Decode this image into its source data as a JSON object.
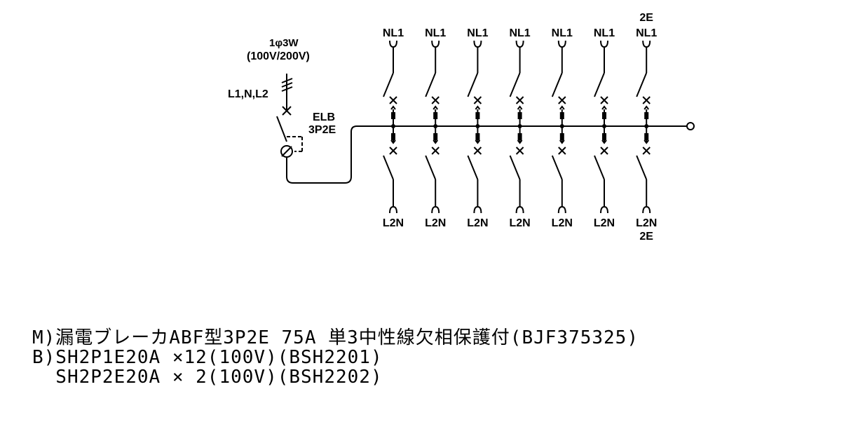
{
  "supply": {
    "phase": "1φ3W",
    "voltage": "(100V/200V)",
    "lines": "L1,N,L2"
  },
  "main_breaker": {
    "type": "ELB",
    "poles": "3P2E"
  },
  "branches": [
    {
      "top_label": "NL1",
      "top_extra": "",
      "bottom_label": "L2N",
      "bottom_extra": ""
    },
    {
      "top_label": "NL1",
      "top_extra": "",
      "bottom_label": "L2N",
      "bottom_extra": ""
    },
    {
      "top_label": "NL1",
      "top_extra": "",
      "bottom_label": "L2N",
      "bottom_extra": ""
    },
    {
      "top_label": "NL1",
      "top_extra": "",
      "bottom_label": "L2N",
      "bottom_extra": ""
    },
    {
      "top_label": "NL1",
      "top_extra": "",
      "bottom_label": "L2N",
      "bottom_extra": ""
    },
    {
      "top_label": "NL1",
      "top_extra": "",
      "bottom_label": "L2N",
      "bottom_extra": ""
    },
    {
      "top_label": "NL1",
      "top_extra": "2E",
      "bottom_label": "L2N",
      "bottom_extra": "2E"
    }
  ],
  "spec_lines": [
    "M)漏電ブレーカABF型3P2E 75A 単3中性線欠相保護付(BJF375325)",
    "B)SH2P1E20A ×12(100V)(BSH2201)",
    "  SH2P2E20A × 2(100V)(BSH2202)"
  ]
}
